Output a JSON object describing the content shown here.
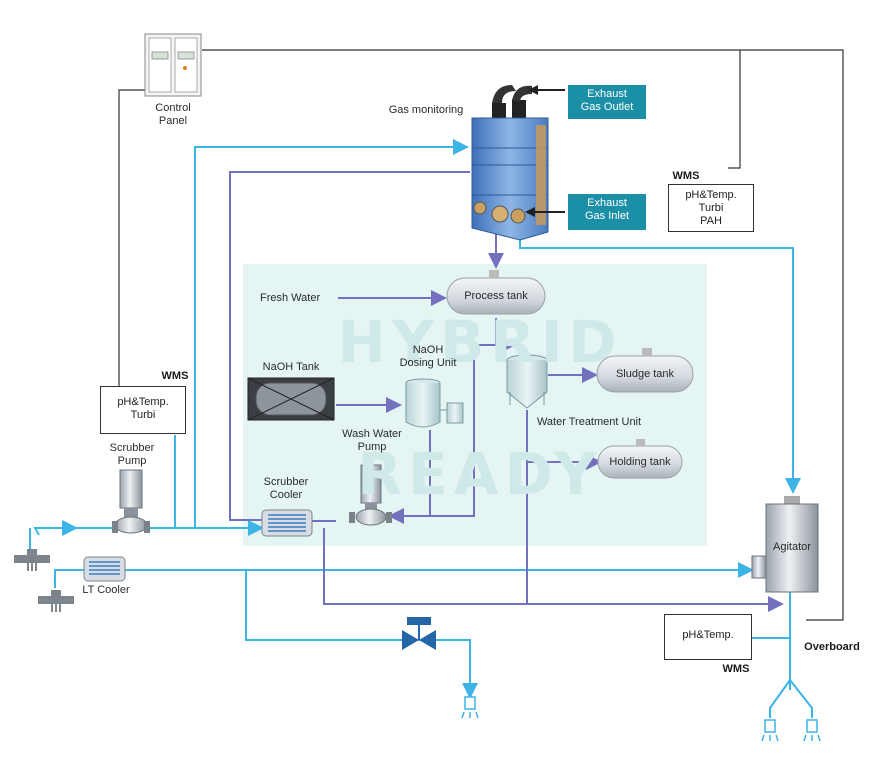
{
  "labels": {
    "control_panel": [
      "Control",
      "Panel"
    ],
    "gas_monitoring": "Gas monitoring",
    "exhaust_outlet": [
      "Exhaust",
      "Gas Outlet"
    ],
    "exhaust_inlet": [
      "Exhaust",
      "Gas Inlet"
    ],
    "fresh_water": "Fresh Water",
    "process_tank": "Process tank",
    "naoh_tank": "NaOH Tank",
    "naoh_dosing": [
      "NaOH",
      "Dosing Unit"
    ],
    "sludge_tank": "Sludge tank",
    "water_treatment": "Water Treatment Unit",
    "holding_tank": "Holding tank",
    "wash_water_pump": [
      "Wash Water",
      "Pump"
    ],
    "scrubber_cooler": [
      "Scrubber",
      "Cooler"
    ],
    "scrubber_pump": [
      "Scrubber",
      "Pump"
    ],
    "lt_cooler": "LT Cooler",
    "agitator": "Agitator",
    "overboard": "Overboard"
  },
  "wms": {
    "title": "WMS",
    "left_box": [
      "pH&Temp.",
      "Turbi"
    ],
    "top_right_box": [
      "pH&Temp.",
      "Turbi",
      "PAH"
    ],
    "bottom_right_box": "pH&Temp."
  },
  "watermark": [
    "HYBRID",
    "READY"
  ],
  "colors": {
    "seawater_line": "#3db4e6",
    "process_line": "#7470c0",
    "signal_line": "#333333",
    "hybrid_zone": "#e4f5f4",
    "label_box": "#1b8fa6"
  }
}
